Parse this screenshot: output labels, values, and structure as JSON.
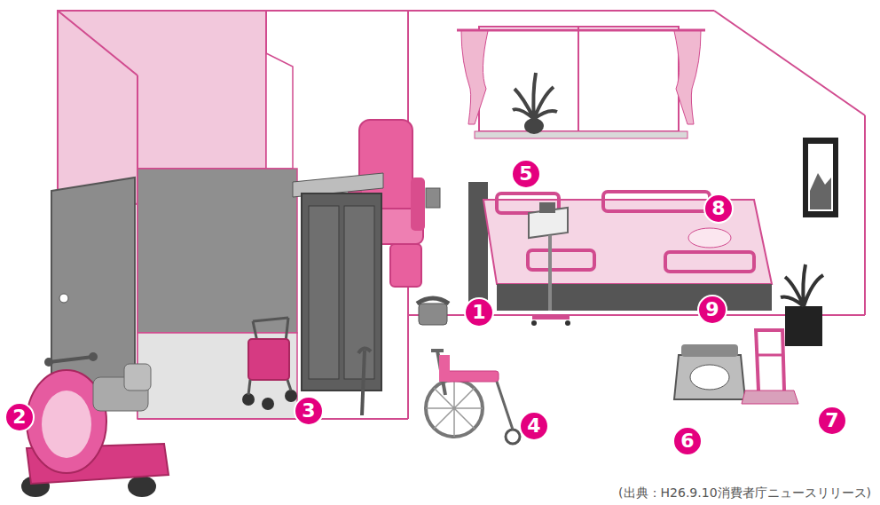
{
  "diagram": {
    "caption": "(出典：H26.9.10消費者庁ニュースリリース)",
    "nodes": [
      {
        "text": [
          "1"
        ]
      },
      {
        "text": [
          "2"
        ]
      },
      {
        "text": [
          "3"
        ]
      },
      {
        "text": [
          "4"
        ]
      },
      {
        "text": [
          "5"
        ]
      },
      {
        "text": [
          "6"
        ]
      },
      {
        "text": [
          "7"
        ]
      },
      {
        "text": [
          "8"
        ]
      },
      {
        "text": [
          "9"
        ]
      }
    ]
  }
}
